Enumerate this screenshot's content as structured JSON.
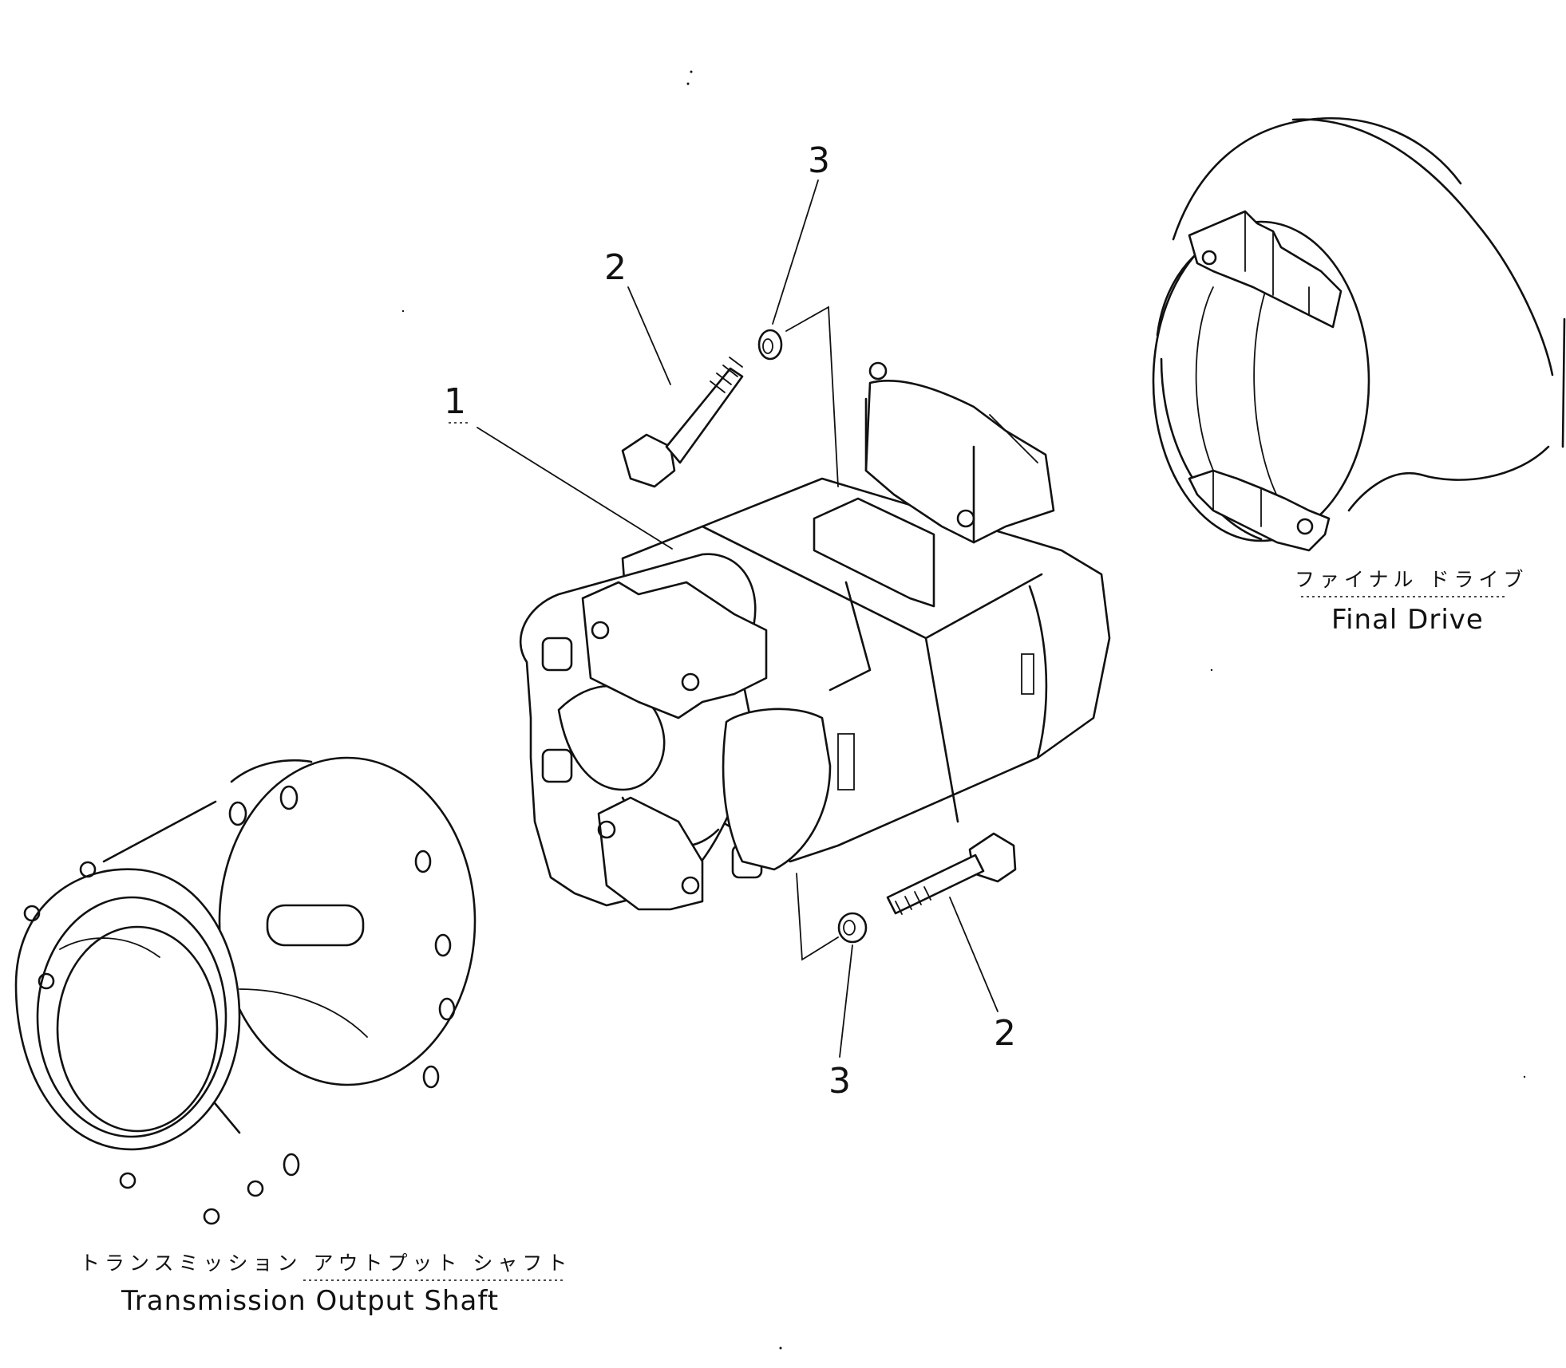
{
  "callouts": {
    "part_1": "1",
    "part_2_top": "2",
    "part_3_top": "3",
    "part_2_bottom": "2",
    "part_3_bottom": "3"
  },
  "labels": {
    "final_drive_jp": "ファイナル ドライブ",
    "final_drive_en": "Final Drive",
    "output_shaft_jp": "トランスミッション アウトプット シャフト",
    "output_shaft_en": "Transmission Output Shaft"
  }
}
